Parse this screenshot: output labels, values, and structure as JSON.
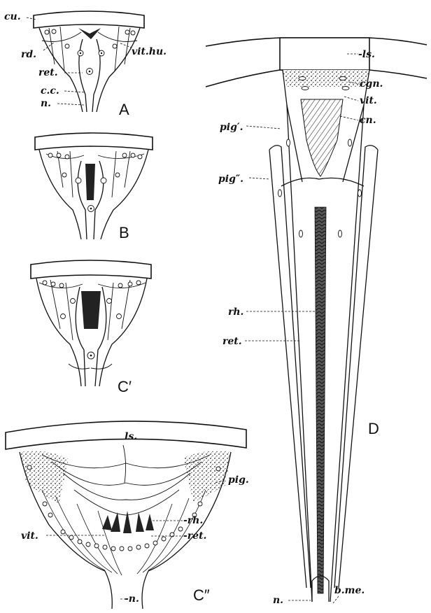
{
  "panels": {
    "A": {
      "letter": "A",
      "labels": {
        "cu": "cu.",
        "rd": "rd.",
        "vithu": "vit.hu.",
        "ret": "ret.",
        "cc": "c.c.",
        "n": "n."
      }
    },
    "B": {
      "letter": "B"
    },
    "C1": {
      "letter": "C′"
    },
    "C2": {
      "letter": "C″",
      "labels": {
        "ls": "ls.",
        "pig": "pig.",
        "vit": "vit.",
        "rh": "-rh.",
        "ret": "-ret.",
        "n": "-n."
      }
    },
    "D": {
      "letter": "D",
      "labels": {
        "ls": "-ls.",
        "cgn": "cgn.",
        "vit": "vit.",
        "cn": "cn.",
        "pig1": "pig′.",
        "pig2": "pig″.",
        "rh": "rh.",
        "ret": "ret.",
        "n": "n.",
        "bme": "b.me."
      }
    }
  }
}
